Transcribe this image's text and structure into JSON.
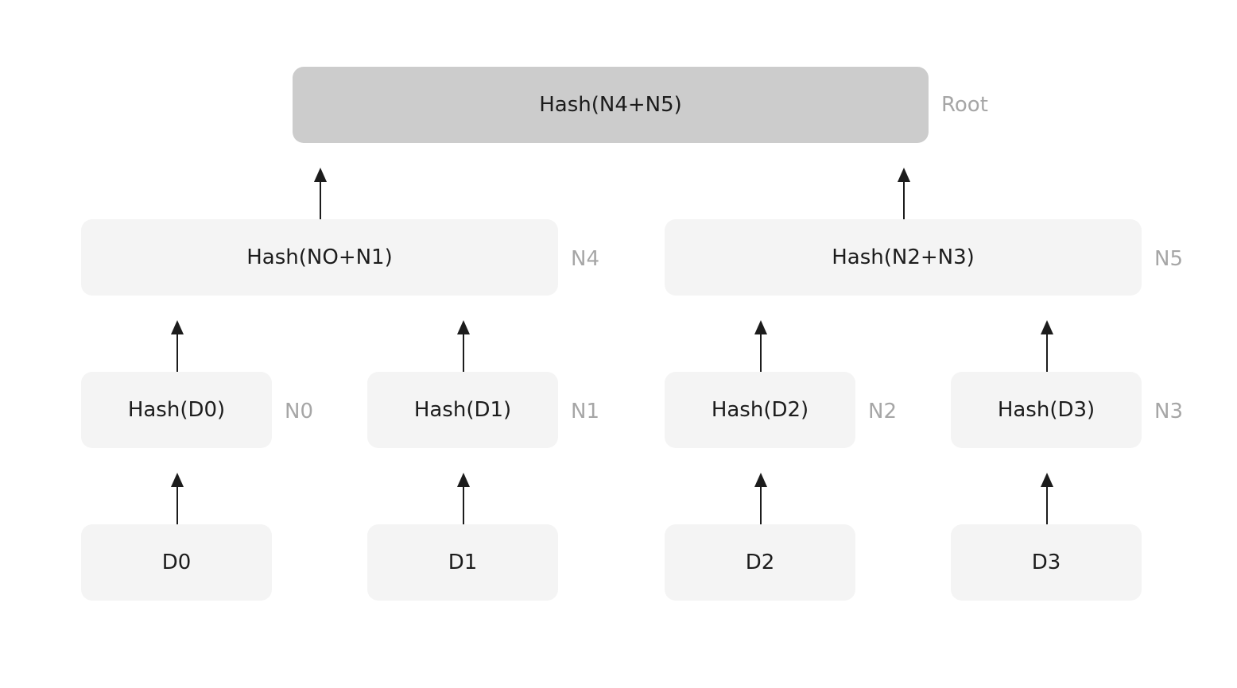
{
  "root": {
    "text": "Hash(N4+N5)",
    "label": "Root"
  },
  "level1": [
    {
      "text": "Hash(NO+N1)",
      "label": "N4"
    },
    {
      "text": "Hash(N2+N3)",
      "label": "N5"
    }
  ],
  "level2": [
    {
      "text": "Hash(D0)",
      "label": "N0"
    },
    {
      "text": "Hash(D1)",
      "label": "N1"
    },
    {
      "text": "Hash(D2)",
      "label": "N2"
    },
    {
      "text": "Hash(D3)",
      "label": "N3"
    }
  ],
  "data": [
    {
      "text": "D0"
    },
    {
      "text": "D1"
    },
    {
      "text": "D2"
    },
    {
      "text": "D3"
    }
  ],
  "colors": {
    "root_fill": "#cccccc",
    "node_fill": "#f4f4f4",
    "label": "#a6a6a6",
    "arrow": "#1c1c1c"
  }
}
